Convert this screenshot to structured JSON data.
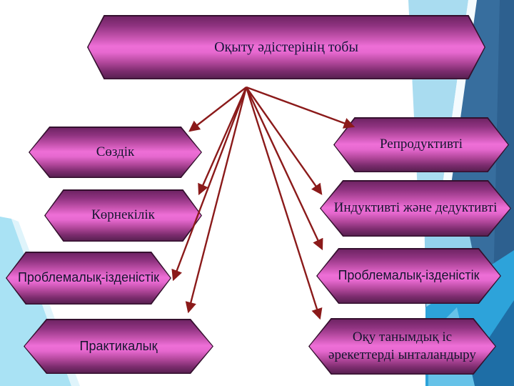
{
  "slide": {
    "title": "Оқыту әдістерінің тобы"
  },
  "diagram": {
    "root_label": "Оқыту әдістерінің тобы",
    "left": [
      {
        "label": "Сөздік"
      },
      {
        "label": "Көрнекілік"
      },
      {
        "label": "Проблемалық-ізденістік"
      },
      {
        "label": "Практикалық"
      }
    ],
    "right": [
      {
        "label": "Репродуктивті"
      },
      {
        "label": "Индуктивті және дедуктивті"
      },
      {
        "label": "Проблемалық-ізденістік"
      },
      {
        "label": "Оқу танымдық іс әрекеттерді ынталандыру"
      }
    ],
    "connector_count": 8
  },
  "colors": {
    "shape_gradient_top": "#702465",
    "shape_gradient_mid": "#ee6fd7",
    "shape_gradient_bottom": "#572050",
    "shape_border": "#34102e",
    "text": "#14142e",
    "arrow": "#8b1a1a",
    "bg_light_blue": "#a9e2f4",
    "bg_steel_blue": "#376e9e",
    "bg_dark_blue": "#2d608f",
    "bg_bright_blue": "#2da3da"
  }
}
